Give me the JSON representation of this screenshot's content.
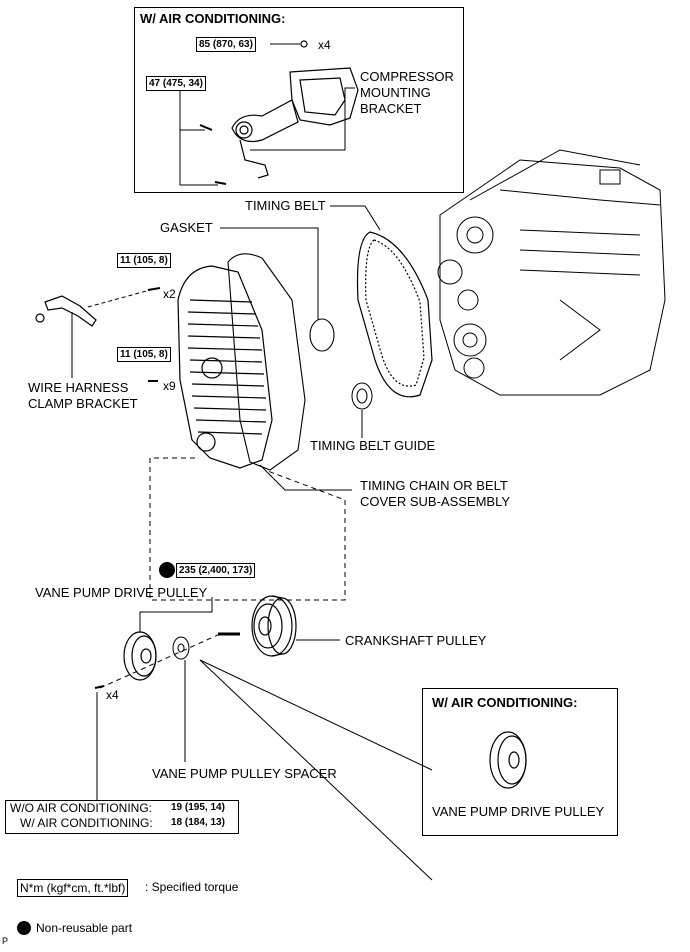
{
  "ac_box": {
    "title": "W/ AIR CONDITIONING:",
    "torque_85": "85 (870, 63)",
    "torque_47": "47 (475, 34)",
    "qty_x4": "x4",
    "compressor_bracket": [
      "COMPRESSOR",
      "MOUNTING",
      "BRACKET"
    ]
  },
  "parts": {
    "timing_belt": "TIMING BELT",
    "gasket": "GASKET",
    "wire_harness": [
      "WIRE HARNESS",
      "CLAMP BRACKET"
    ],
    "timing_belt_guide": "TIMING BELT GUIDE",
    "timing_cover": [
      "TIMING CHAIN OR BELT",
      "COVER SUB-ASSEMBLY"
    ],
    "vane_pump_drive_pulley": "VANE PUMP DRIVE PULLEY",
    "crankshaft_pulley": "CRANKSHAFT PULLEY",
    "vane_pump_spacer": "VANE PUMP PULLEY SPACER"
  },
  "torques": {
    "t11_top": "11 (105, 8)",
    "t11_mid": "11 (105, 8)",
    "t235": "235 (2,400, 173)",
    "qty_x2": "x2",
    "qty_x9": "x9",
    "qty_x4_bottom": "x4"
  },
  "bottom_spec": {
    "wo_label": "W/O AIR CONDITIONING:",
    "wo_value": "19 (195, 14)",
    "w_label": "W/ AIR CONDITIONING:",
    "w_value": "18 (184, 13)"
  },
  "ac_box2": {
    "title": "W/ AIR CONDITIONING:",
    "part": "VANE PUMP DRIVE PULLEY"
  },
  "legend": {
    "torque_unit": "N*m (kgf*cm, ft.*lbf)",
    "torque_desc": ": Specified torque",
    "nonreusable": "Non-reusable part",
    "corner": "P"
  }
}
